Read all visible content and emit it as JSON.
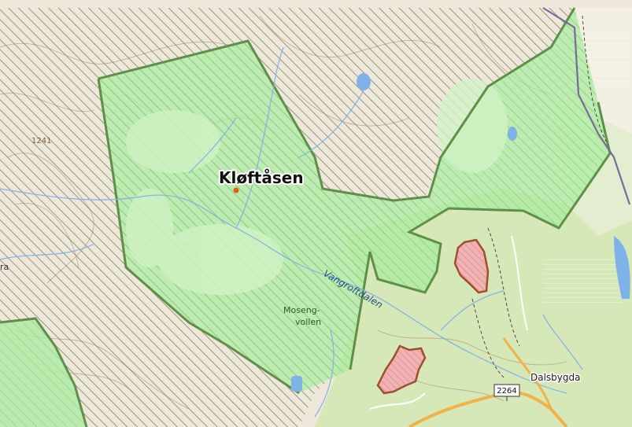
{
  "map": {
    "place_labels": {
      "main": "Kløftåsen",
      "peak": "1241",
      "valley": "Vangroftdalen",
      "farm_line1": "Moseng-",
      "farm_line2": "vollen",
      "village": "Dalsbygda",
      "edge_fragment": "ra"
    },
    "road_shield": "2264",
    "colors": {
      "background": "#efe8da",
      "forest": "#d6e7b8",
      "protected_fill": "#a8ec9f",
      "protected_border": "#5f8f4a",
      "hatch_dark": "#6b7a55",
      "hatch_green": "#7cc96b",
      "water": "#7fb2e8",
      "contour": "#b89a7a",
      "road": "#f1b24a",
      "highlight_fill": "#efb3b3",
      "highlight_border": "#9a4f2f",
      "boundary": "#7a6a9a",
      "marker": "#e06010"
    }
  }
}
